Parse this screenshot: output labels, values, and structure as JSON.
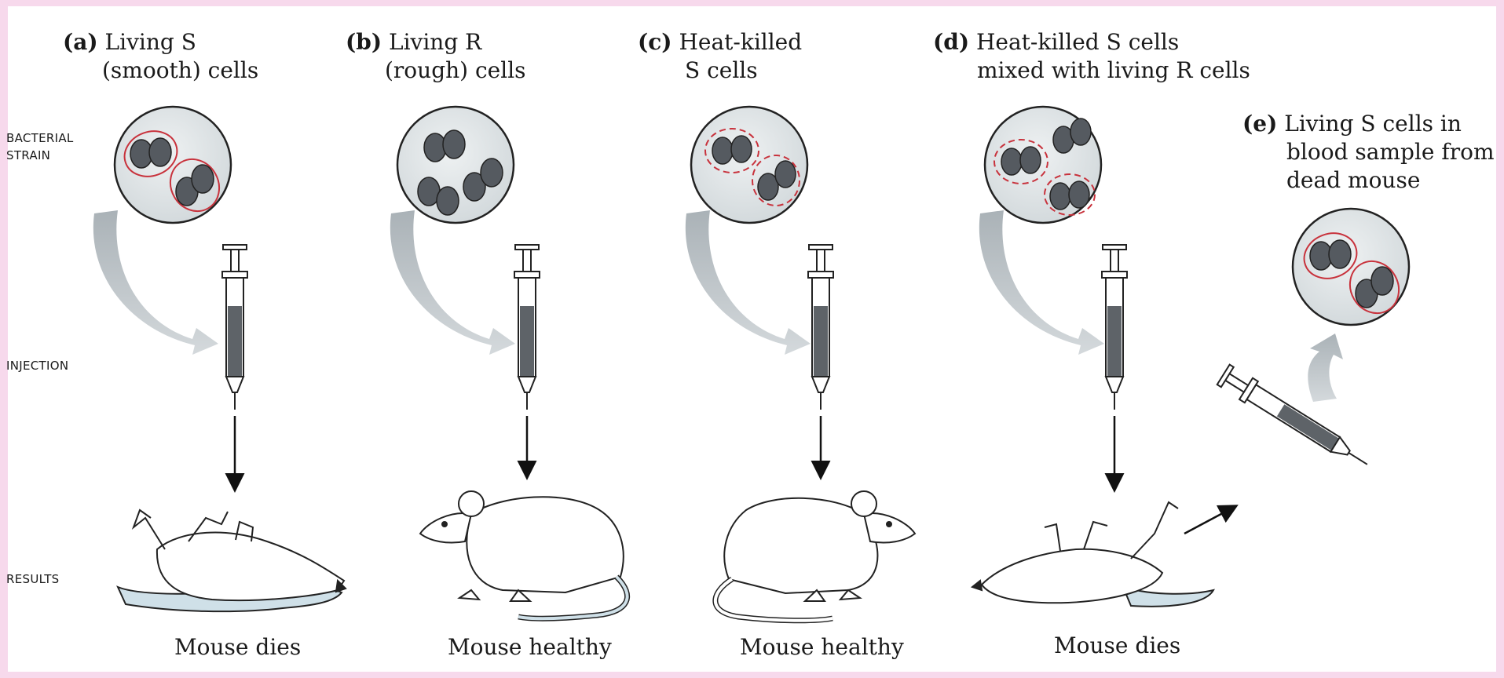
{
  "row_labels": {
    "strain_line1": "BACTERIAL",
    "strain_line2": "STRAIN",
    "injection": "INJECTION",
    "results": "RESULTS"
  },
  "panels": [
    {
      "letter": "(a)",
      "line1": "Living S",
      "line2": "(smooth) cells",
      "result": "Mouse dies"
    },
    {
      "letter": "(b)",
      "line1": "Living R",
      "line2": "(rough) cells",
      "result": "Mouse healthy"
    },
    {
      "letter": "(c)",
      "line1": "Heat-killed",
      "line2": "S cells",
      "result": "Mouse healthy"
    },
    {
      "letter": "(d)",
      "line1": "Heat-killed S cells",
      "line2": "mixed with living R cells",
      "result": "Mouse dies"
    }
  ],
  "panel_e": {
    "letter": "(e)",
    "line1": "Living S cells in",
    "line2": "blood sample from",
    "line3": "dead mouse"
  },
  "colors": {
    "background": "#f7d9ec",
    "panel_bg": "#ffffff",
    "capsule": "#c8323c",
    "cell": "#555a60",
    "circle_fill": "#dde3e6",
    "arrow_fill": "#c4cacd"
  }
}
